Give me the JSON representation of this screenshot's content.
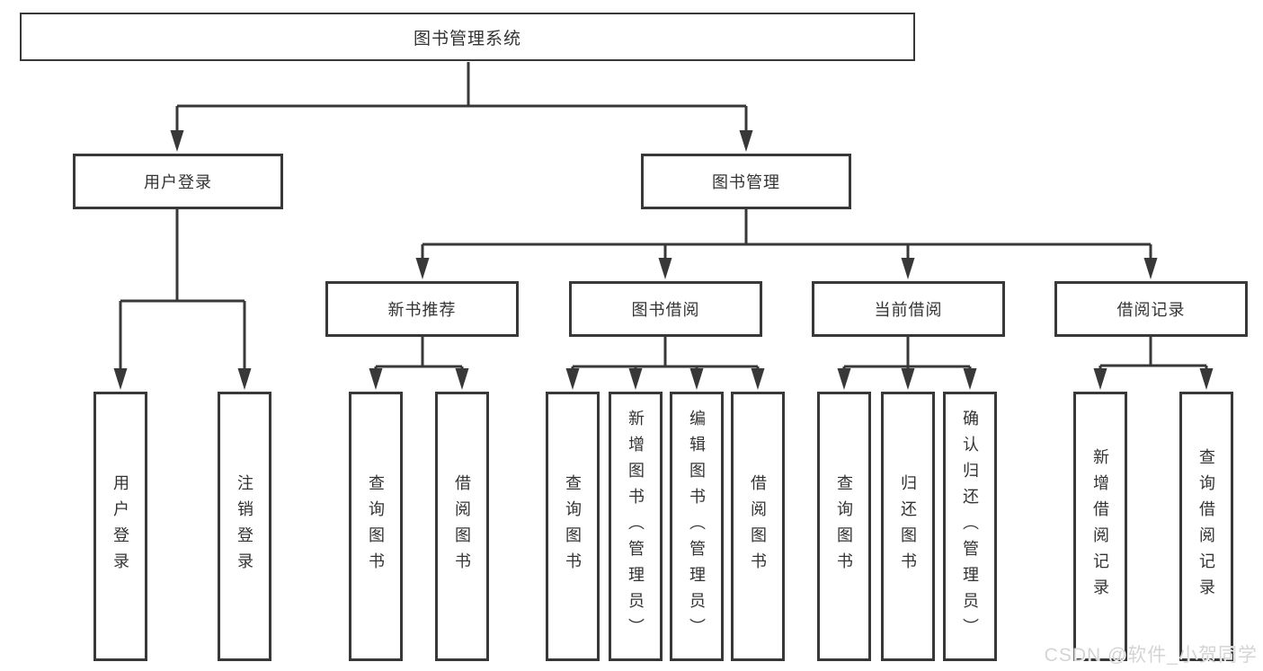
{
  "tree": {
    "root": {
      "label": "图书管理系统",
      "children": [
        {
          "label": "用户登录",
          "children": [
            {
              "label": "用户登录"
            },
            {
              "label": "注销登录"
            }
          ]
        },
        {
          "label": "图书管理",
          "children": [
            {
              "label": "新书推荐",
              "children": [
                {
                  "label": "查询图书"
                },
                {
                  "label": "借阅图书"
                }
              ]
            },
            {
              "label": "图书借阅",
              "children": [
                {
                  "label": "查询图书"
                },
                {
                  "label": "新增图书（管理员）"
                },
                {
                  "label": "编辑图书（管理员）"
                },
                {
                  "label": "借阅图书"
                }
              ]
            },
            {
              "label": "当前借阅",
              "children": [
                {
                  "label": "查询图书"
                },
                {
                  "label": "归还图书"
                },
                {
                  "label": "确认归还（管理员）"
                }
              ]
            },
            {
              "label": "借阅记录",
              "children": [
                {
                  "label": "新增借阅记录"
                },
                {
                  "label": "查询借阅记录"
                }
              ]
            }
          ]
        }
      ]
    }
  },
  "watermark": {
    "text": "CSDN @软件_小贺同学"
  },
  "colors": {
    "line": "#383838",
    "text": "#333333",
    "node_background": "#ffffff",
    "page_background": "#ffffff",
    "watermark": "#d4d4d4"
  }
}
